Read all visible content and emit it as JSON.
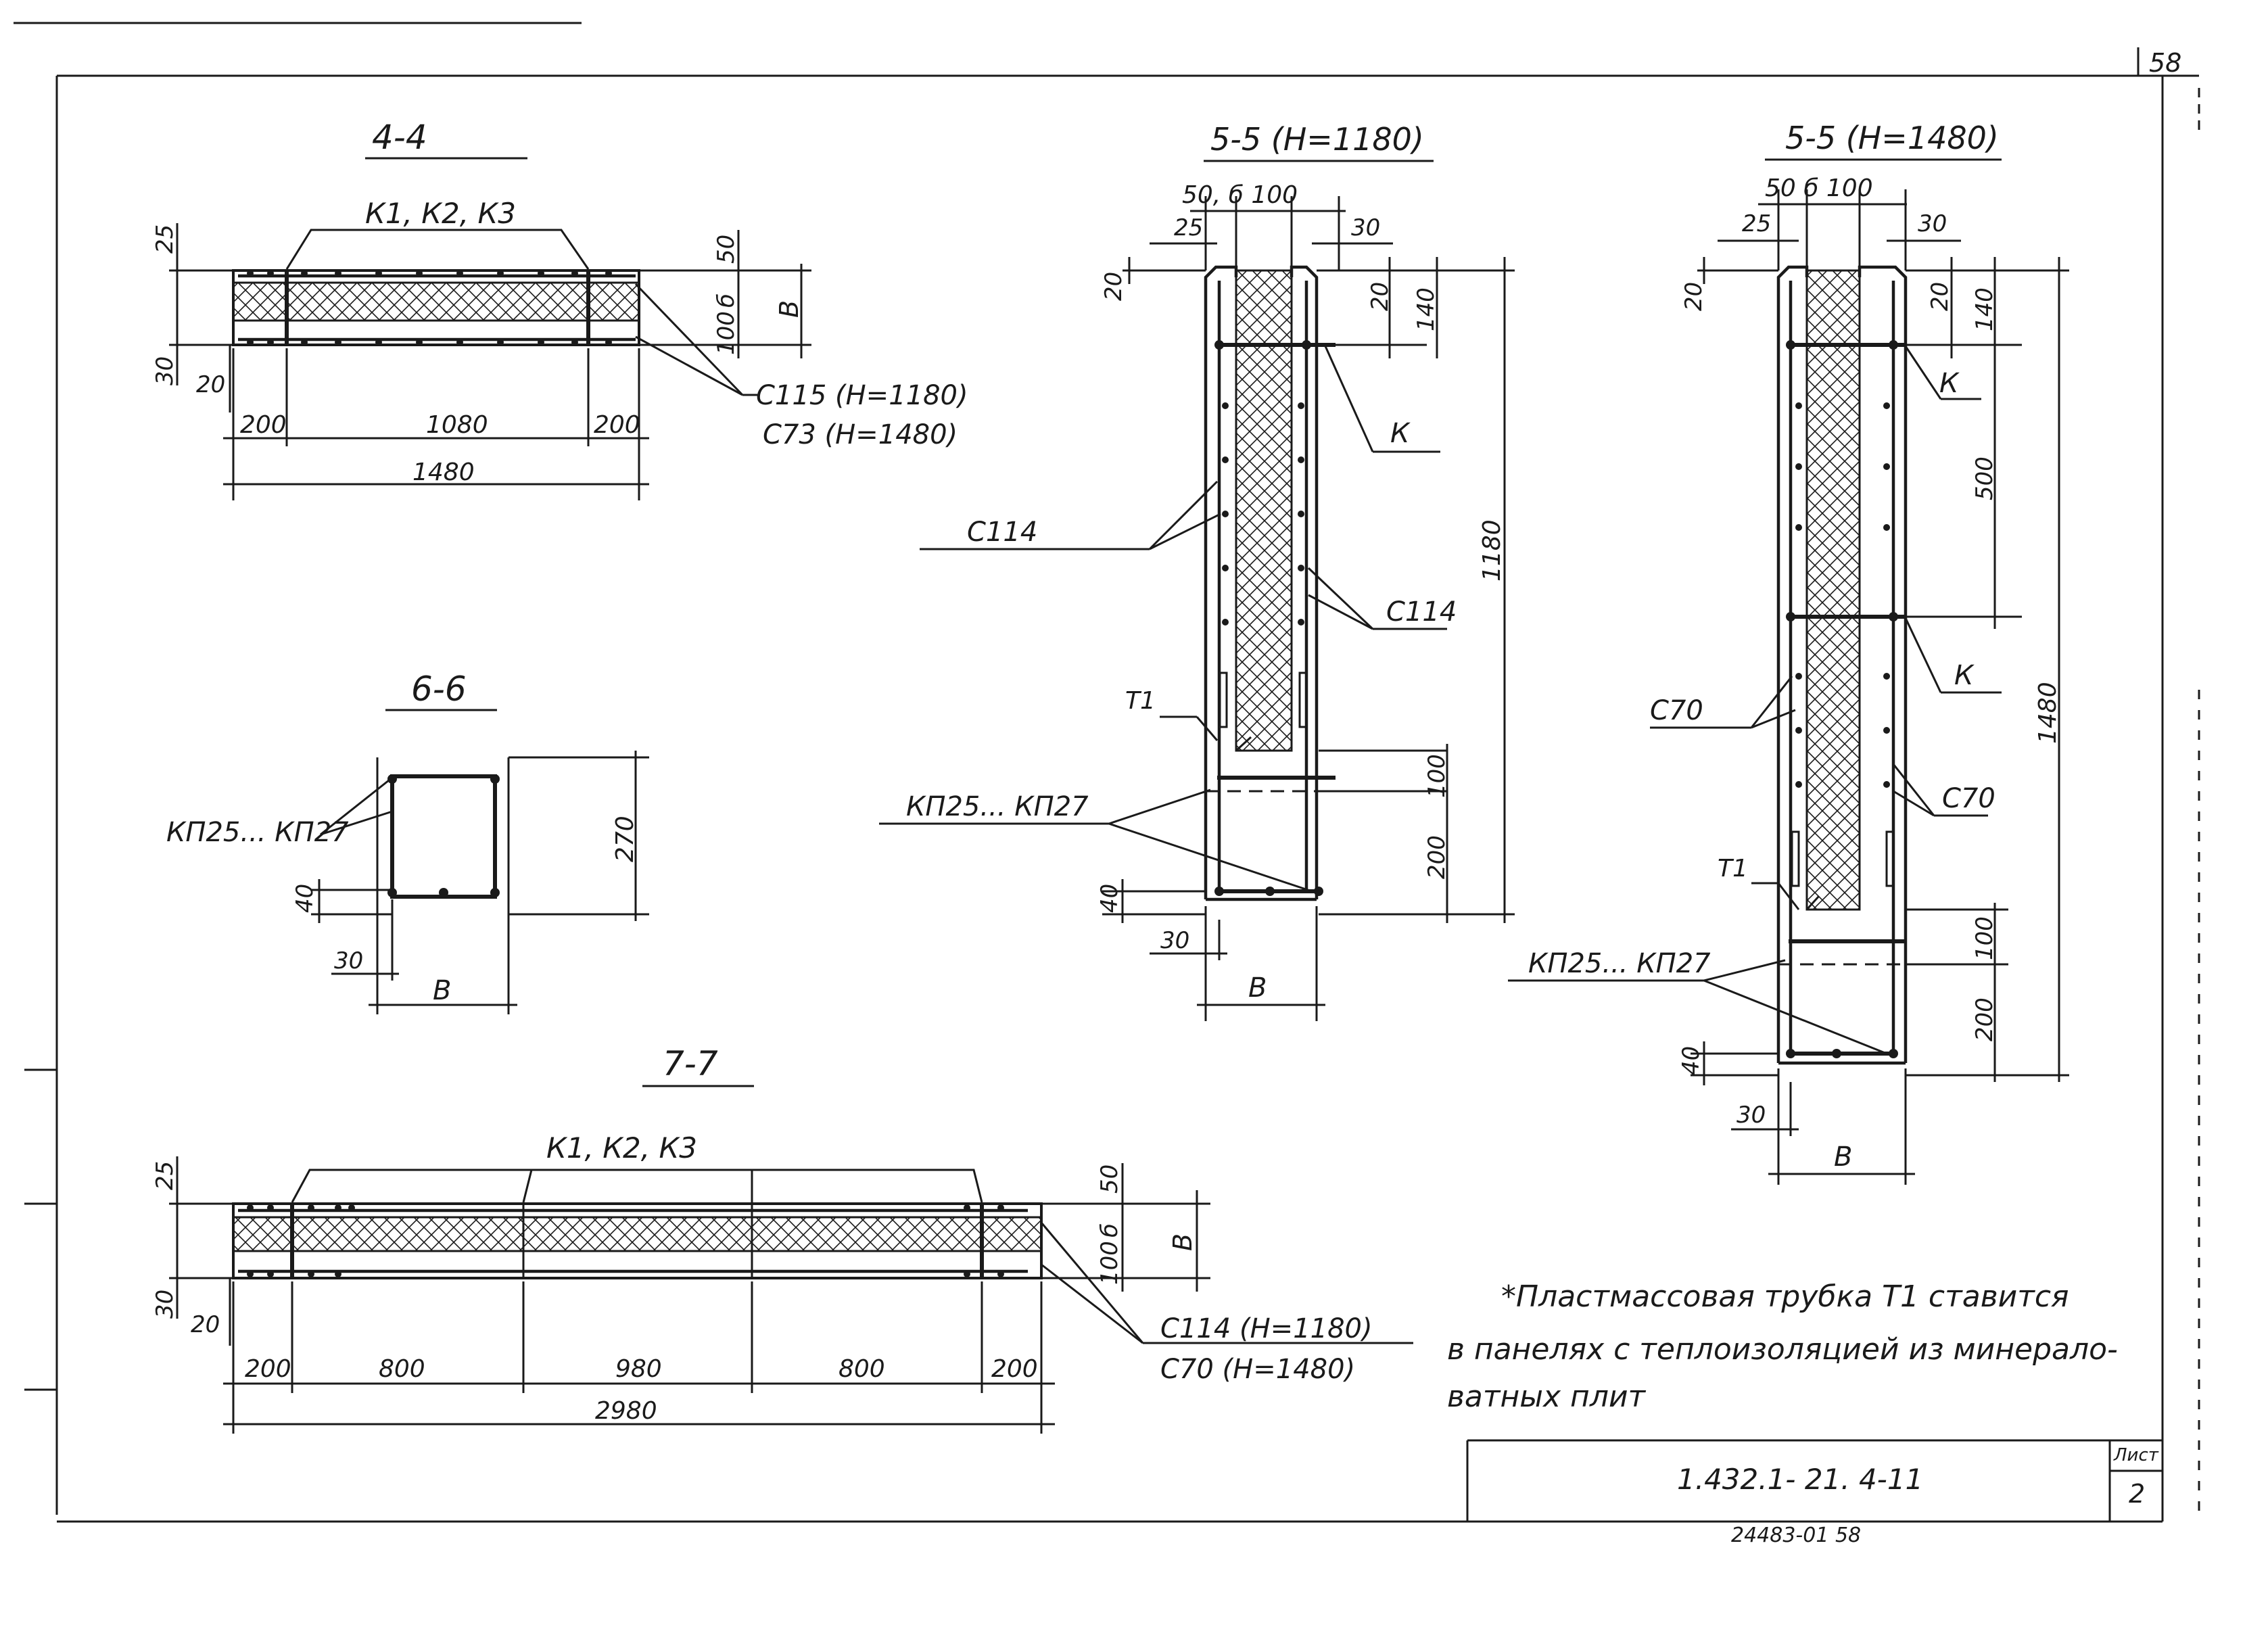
{
  "sheet": {
    "page_number": "58",
    "title_block": {
      "code": "1.432.1- 21. 4-11",
      "sheet_label": "Лист",
      "sheet_number": "2",
      "bottom_note": "24483-01 58"
    }
  },
  "sections": {
    "s44": {
      "title": "4-4",
      "rebar_label": "К1, К2, К3",
      "mesh_label_1": "С115 (Н=1180)",
      "mesh_label_2": "С73 (Н=1480)",
      "dims": {
        "d25": "25",
        "d30": "30",
        "d20": "20",
        "d50": "50",
        "db": "б",
        "d100": "100",
        "dB": "В",
        "d200a": "200",
        "d1080": "1080",
        "d200b": "200",
        "d1480": "1480"
      }
    },
    "s55a": {
      "title": "5-5 (Н=1180)",
      "dims": {
        "top": "50, б  100",
        "d25": "25",
        "d30": "30",
        "d20a": "20",
        "d20b": "20",
        "d140": "140",
        "d1180": "1180",
        "d100": "100",
        "d200": "200",
        "d40": "40",
        "d30b": "30",
        "dB": "В"
      },
      "labels": {
        "k": "К",
        "c114_left": "С114",
        "c114_right": "С114",
        "t1": "Т1",
        "kp": "КП25... КП27"
      }
    },
    "s55b": {
      "title": "5-5 (Н=1480)",
      "dims": {
        "top": "50  б  100",
        "d25": "25",
        "d30": "30",
        "d20a": "20",
        "d20b": "20",
        "d140": "140",
        "d500": "500",
        "d1480": "1480",
        "d100": "100",
        "d200": "200",
        "d40": "40",
        "d30b": "30",
        "dB": "В"
      },
      "labels": {
        "k1": "К",
        "k2": "К",
        "c70_left": "С70",
        "c70_right": "С70",
        "t1": "Т1",
        "kp": "КП25... КП27"
      }
    },
    "s66": {
      "title": "6-6",
      "label": "КП25... КП27",
      "dims": {
        "d270": "270",
        "d40": "40",
        "d30": "30",
        "dB": "В"
      }
    },
    "s77": {
      "title": "7-7",
      "rebar_label": "К1, К2, К3",
      "mesh_label_1": "С114 (Н=1180)",
      "mesh_label_2": "С70 (Н=1480)",
      "dims": {
        "d25": "25",
        "d30": "30",
        "d20": "20",
        "d50": "50",
        "db": "б",
        "d100": "100",
        "dB": "В",
        "d200a": "200",
        "d800a": "800",
        "d980": "980",
        "d800b": "800",
        "d200b": "200",
        "d2980": "2980"
      }
    }
  },
  "note": {
    "line1": "*Пластмассовая трубка Т1 ставится",
    "line2": "в панелях с теплоизоляцией из минерало-",
    "line3": "ватных плит"
  }
}
